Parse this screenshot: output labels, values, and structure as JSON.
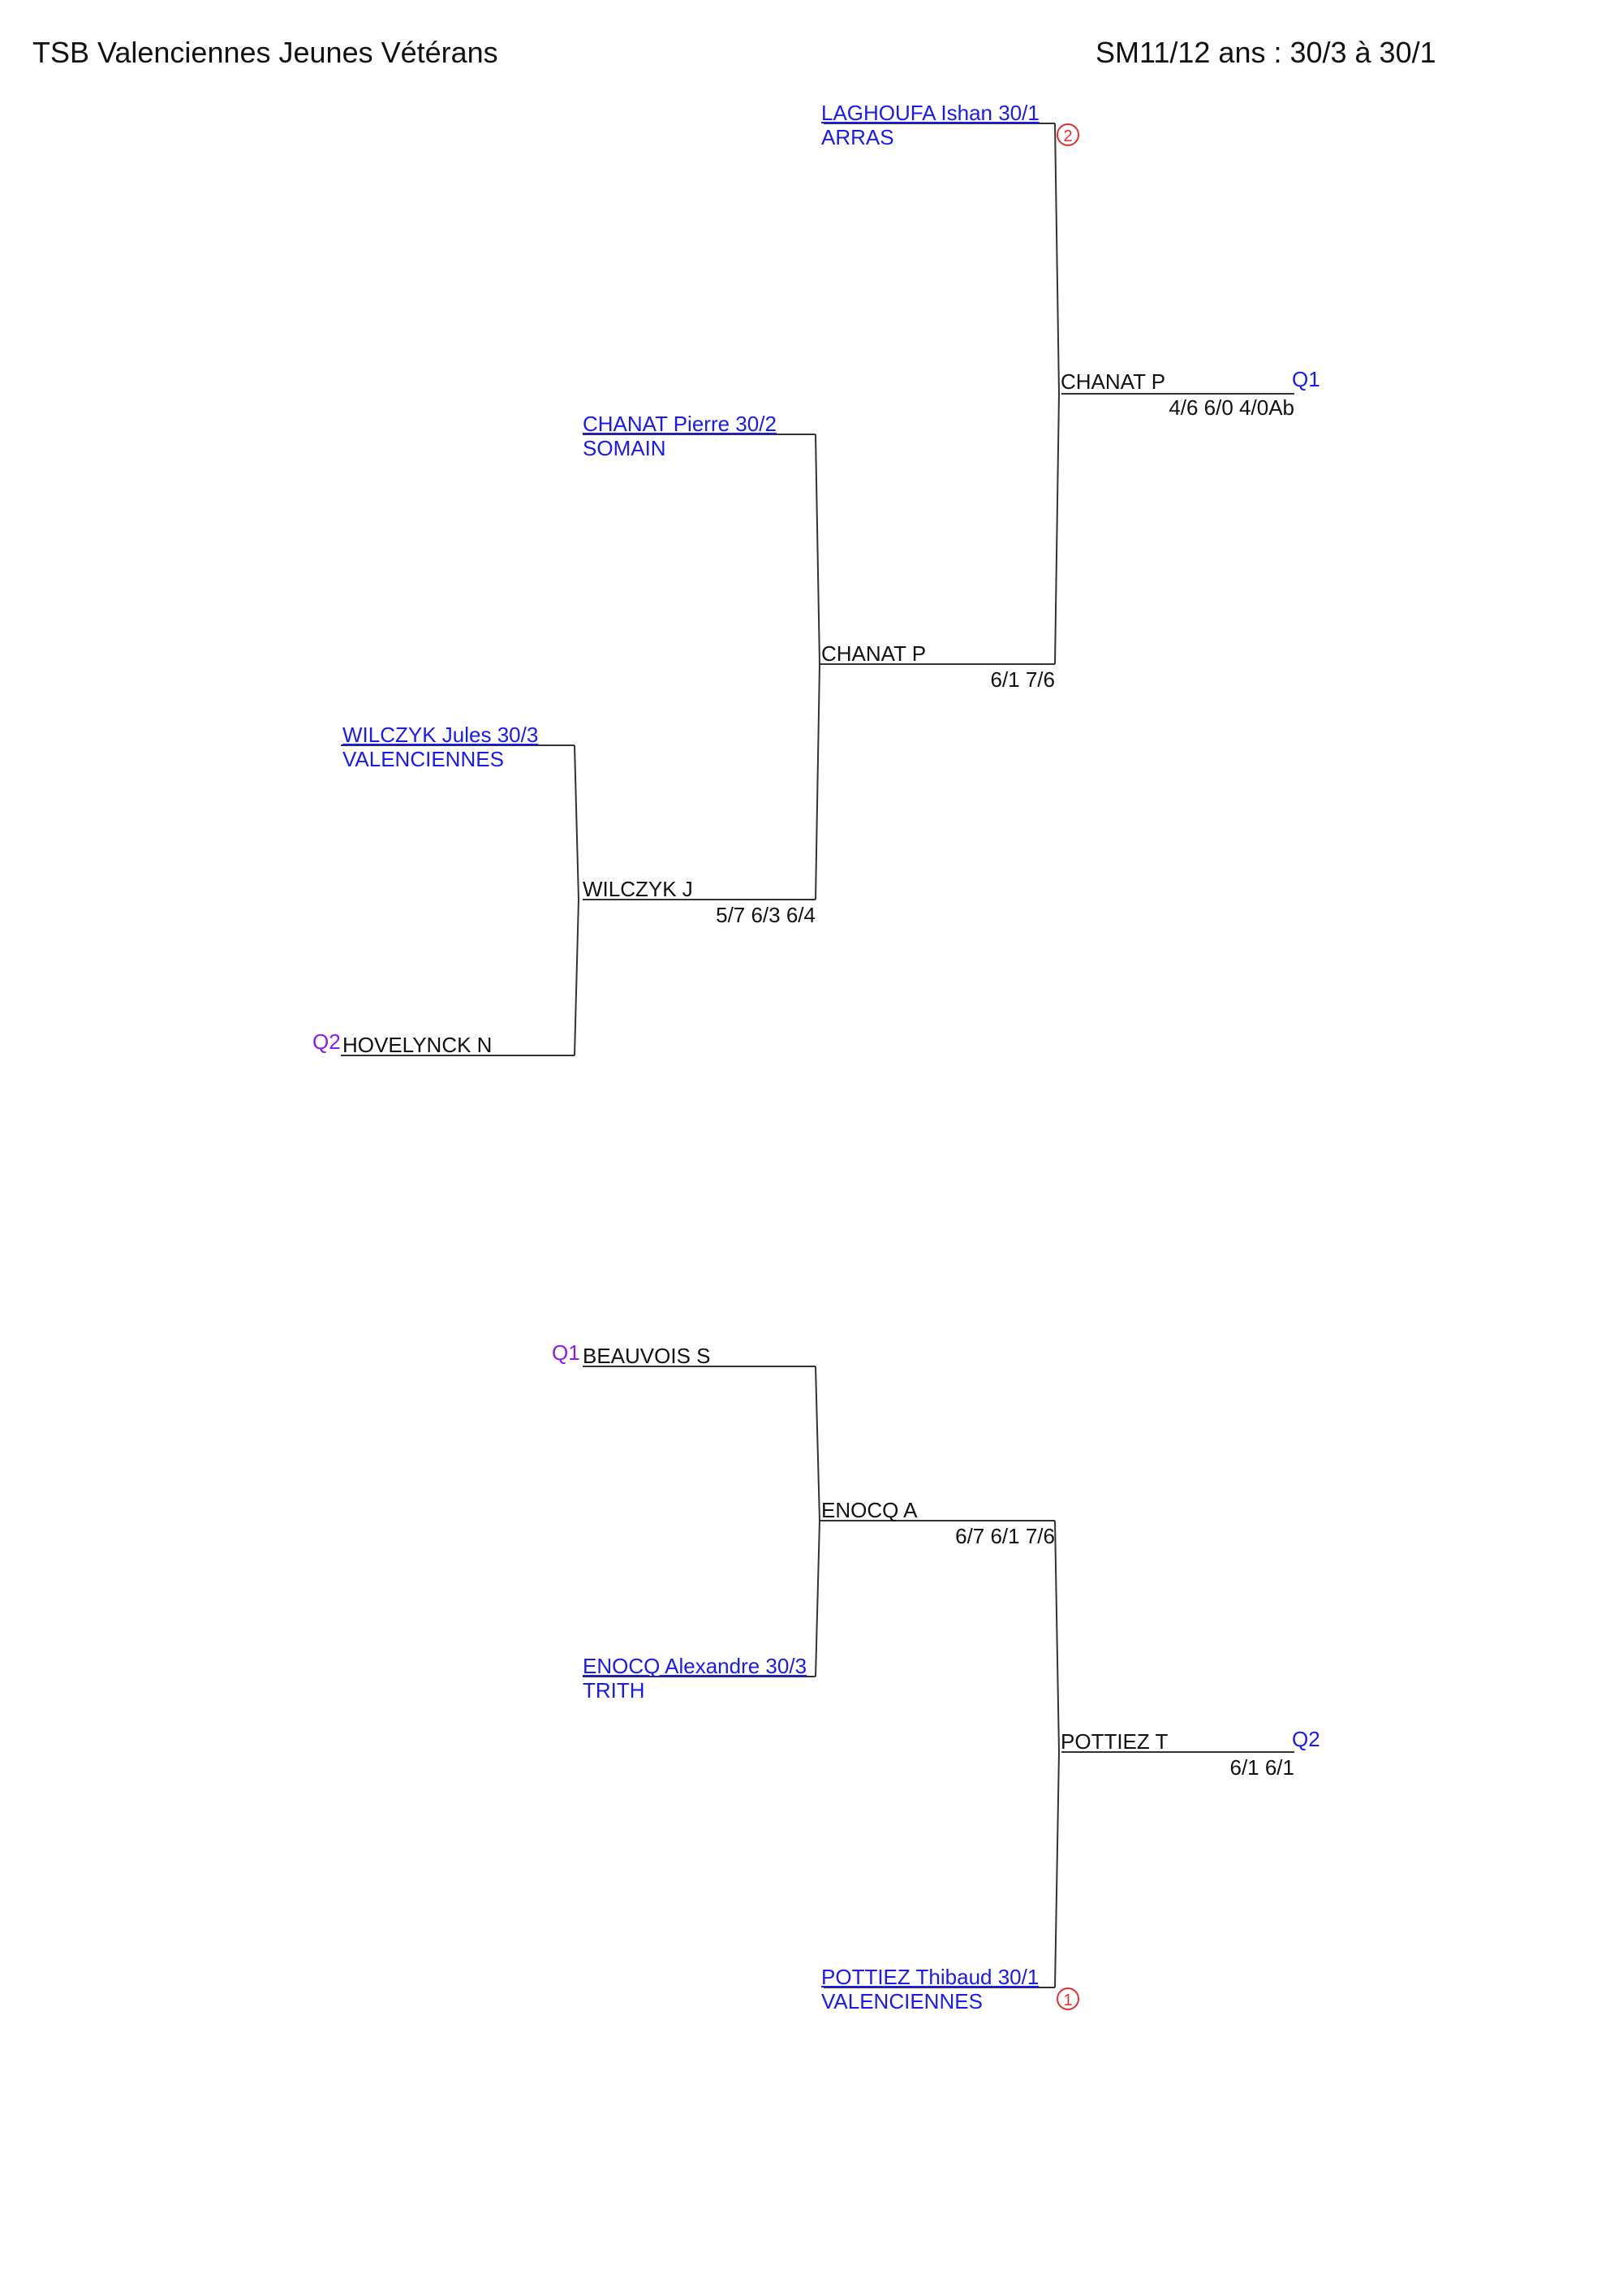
{
  "header": {
    "club": "TSB Valenciennes Jeunes Vétérans",
    "category": "SM11/12 ans : 30/3 à 30/1"
  },
  "bracket_top": {
    "laghoufa": {
      "name": "LAGHOUFA Ishan 30/1",
      "club": "ARRAS",
      "seed": "2"
    },
    "chanat": {
      "name": "CHANAT Pierre 30/2",
      "club": "SOMAIN"
    },
    "wilczyk": {
      "name": "WILCZYK Jules 30/3",
      "club": "VALENCIENNES"
    },
    "hovelynck": {
      "qual": "Q2",
      "name": "HOVELYNCK N"
    },
    "match1": {
      "winner": "WILCZYK J",
      "score": "5/7 6/3 6/4"
    },
    "match2": {
      "winner": "CHANAT P",
      "score": "6/1 7/6"
    },
    "final": {
      "winner": "CHANAT P",
      "score": "4/6 6/0 4/0Ab",
      "qual": "Q1"
    }
  },
  "bracket_bottom": {
    "beauvois": {
      "qual": "Q1",
      "name": "BEAUVOIS S"
    },
    "enocq": {
      "name": "ENOCQ Alexandre 30/3",
      "club": "TRITH"
    },
    "pottiez": {
      "name": "POTTIEZ Thibaud 30/1",
      "club": "VALENCIENNES",
      "seed": "1"
    },
    "match1": {
      "winner": "ENOCQ A",
      "score": "6/7 6/1 7/6"
    },
    "final": {
      "winner": "POTTIEZ T",
      "score": "6/1 6/1",
      "qual": "Q2"
    }
  }
}
